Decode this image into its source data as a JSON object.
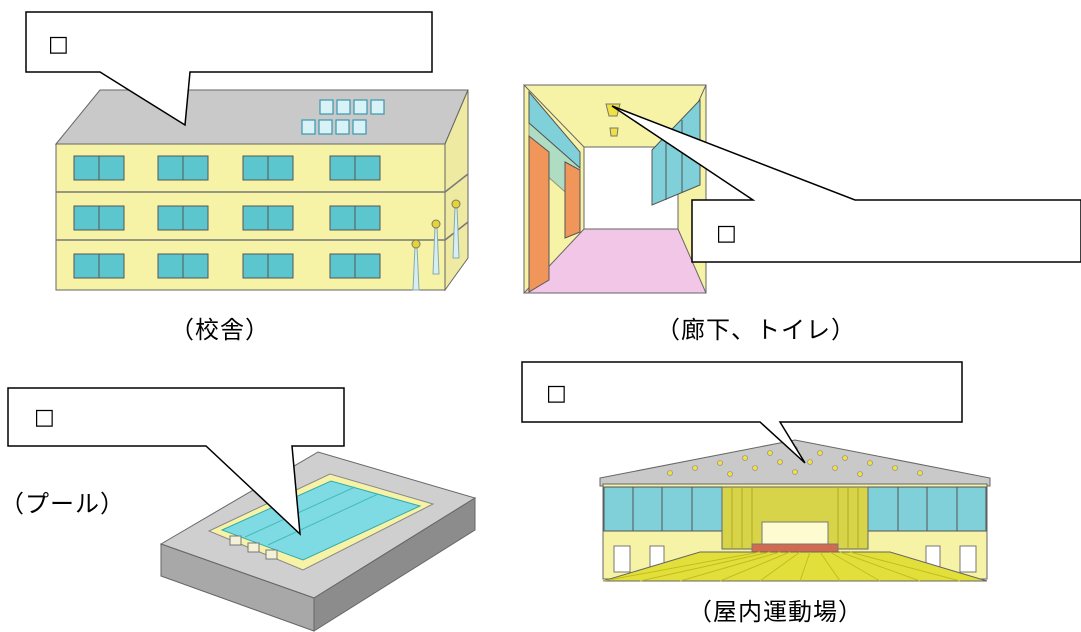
{
  "captions": {
    "school_building": "（校舎）",
    "corridor_toilet": "（廊下、トイレ）",
    "pool": "（プール）",
    "indoor_gym": "（屋内運動場）"
  },
  "callouts": {
    "school_building": "□",
    "corridor_toilet": "□",
    "pool": "□",
    "indoor_gym": "□"
  },
  "colors": {
    "wall": "#f7f3a6",
    "roof": "#c9c9c9",
    "window": "#5cc6cf",
    "floor_pink": "#f2c6e6",
    "door_orange": "#f0965a",
    "pool_water": "#7fdbe3",
    "gym_floor": "#e3df3a"
  }
}
